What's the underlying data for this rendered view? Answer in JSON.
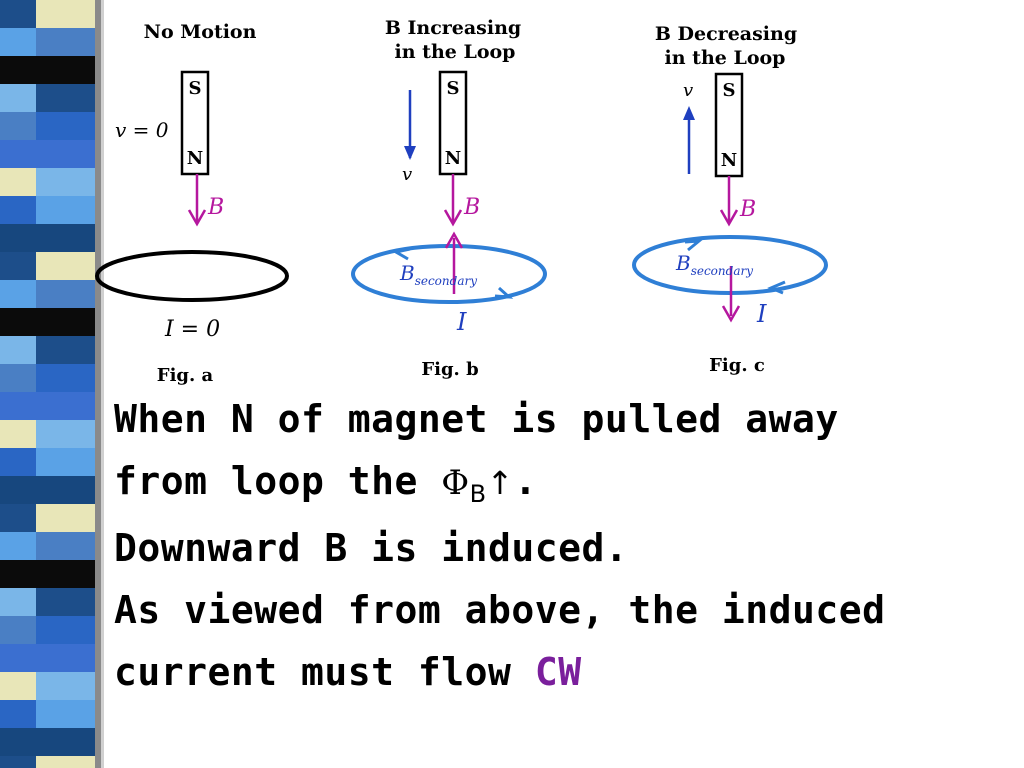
{
  "figures": {
    "a": {
      "title": "No Motion",
      "velocity_label": "v = 0",
      "pole_top": "S",
      "pole_bottom": "N",
      "field_label": "B",
      "current_label": "I = 0",
      "caption": "Fig. a"
    },
    "b": {
      "title_line1": "B Increasing",
      "title_line2": "in the Loop",
      "velocity_label": "v",
      "pole_top": "S",
      "pole_bottom": "N",
      "field_label": "B",
      "secondary_label": "B",
      "secondary_sub": "secondary",
      "current_label": "I",
      "caption": "Fig. b"
    },
    "c": {
      "title_line1": "B Decreasing",
      "title_line2": "in the Loop",
      "velocity_label": "v",
      "pole_top": "S",
      "pole_bottom": "N",
      "field_label": "B",
      "secondary_label": "B",
      "secondary_sub": "secondary",
      "current_label": "I",
      "caption": "Fig. c"
    }
  },
  "text": {
    "line1": "When N of magnet is pulled away",
    "line2_pre": "from loop the ",
    "phi": "Φ",
    "phi_sub": "B",
    "arrow": "↑",
    "line2_post": ".",
    "line3": "Downward B is induced.",
    "line4": "As viewed from above, the induced",
    "line5_pre": "current must flow ",
    "line5_cw": "CW"
  },
  "colors": {
    "field_arrow": "#b5179e",
    "loop_blue": "#2f7fd6",
    "velocity_blue": "#1f3fbf",
    "cw": "#7a1f9c"
  }
}
